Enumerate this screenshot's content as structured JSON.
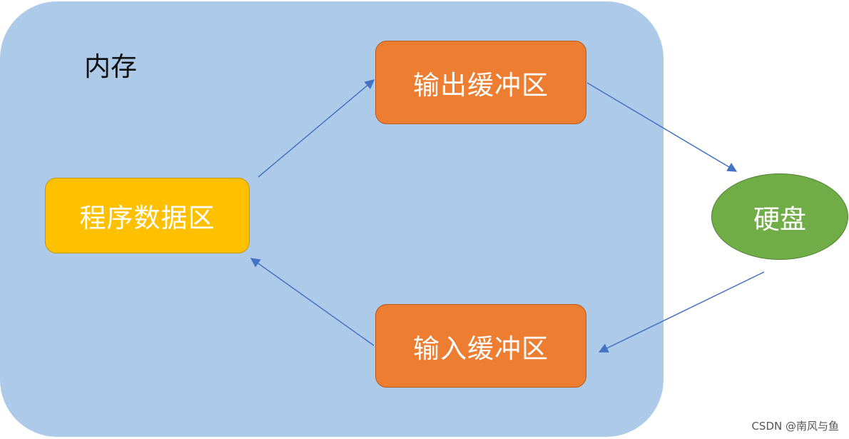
{
  "diagram": {
    "memory_label": "内存",
    "output_buffer_label": "输出缓冲区",
    "input_buffer_label": "输入缓冲区",
    "program_data_label": "程序数据区",
    "disk_label": "硬盘"
  },
  "watermark": "CSDN @南风与鱼",
  "colors": {
    "memory_region": "#adcbe9",
    "buffer_box": "#ed7d31",
    "program_data_box": "#ffc000",
    "disk": "#70ad47",
    "arrow": "#4472c4"
  }
}
